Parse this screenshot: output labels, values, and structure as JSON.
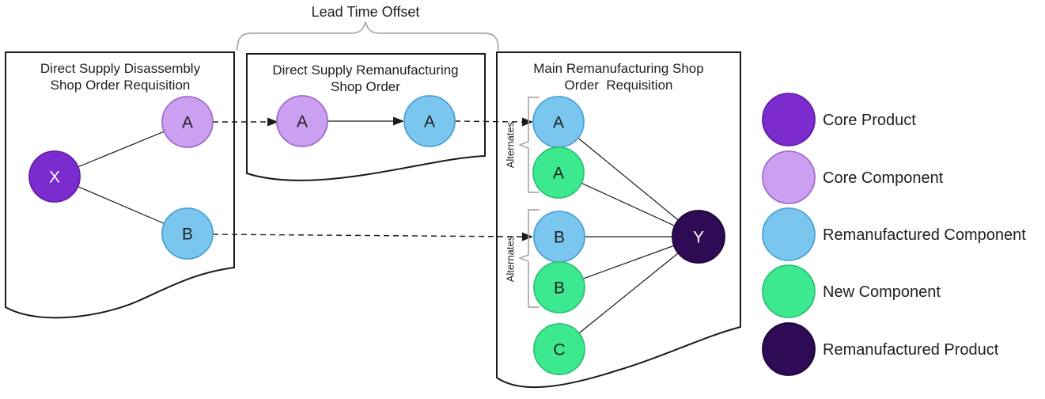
{
  "figure": {
    "lead_time_offset": "Lead Time Offset",
    "alternates": "Alternates"
  },
  "panels": [
    {
      "title1": "Direct Supply Disassembly",
      "title2": "Shop Order Requisition"
    },
    {
      "title1": "Direct Supply Remanufacturing",
      "title2": "Shop Order"
    },
    {
      "title1": "Main Remanufacturing Shop",
      "title2": "Order  Requisition"
    }
  ],
  "nodes": {
    "core_product": "X",
    "component_a": "A",
    "component_b": "B",
    "component_c": "C",
    "remanufactured_product": "Y"
  },
  "colors": {
    "core_product": "#7B2BCE",
    "core_product_border": "#6520A8",
    "core_component": "#CBA0F0",
    "core_component_border": "#A16CD0",
    "remanufactured_component": "#7BC6EF",
    "remanufactured_component_border": "#4BA2D6",
    "new_component": "#3DE98E",
    "new_component_border": "#2CC278",
    "remanufactured_product": "#2F0B55",
    "remanufactured_product_border": "#1D0536"
  },
  "legend": [
    {
      "label": "Core Product"
    },
    {
      "label": "Core Component"
    },
    {
      "label": "Remanufactured Component"
    },
    {
      "label": "New Component"
    },
    {
      "label": "Remanufactured Product"
    }
  ]
}
